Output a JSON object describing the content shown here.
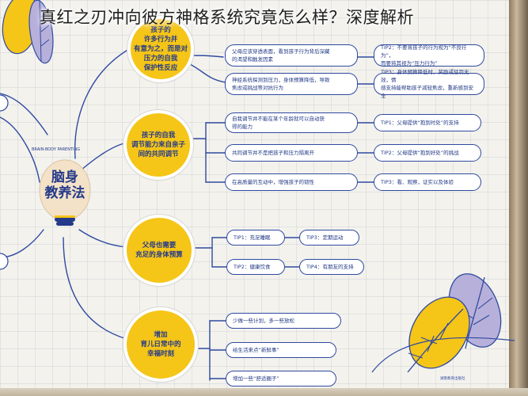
{
  "headline": "真红之刃冲向彼方神格系统究竟怎么样？深度解析",
  "poster": {
    "center": {
      "title": "脑身\n教养法",
      "arc_text": "BRAIN-BODY PARENTING"
    },
    "nodes": [
      {
        "label": "孩子的\n许多行为并\n有意为之，而是对\n压力的自我\n保护性反应"
      },
      {
        "label": "孩子的自我\n调节能力来自亲子\n间的共同调节"
      },
      {
        "label": "父母也需要\n充足的身体预算"
      },
      {
        "label": "增加\n育儿日常中的\n幸福时刻"
      }
    ],
    "boxes": [
      {
        "text": "父母应该穿透表面，看到孩子行为背后深藏\n的渴望和触发因素"
      },
      {
        "text": "TIP2：不要将孩子的行为视为“不良行为”，\n而要将其视为“压力行为”"
      },
      {
        "text": "神经系统探测到压力，身体预算降低，导致\n焦虑或挑战等对抗行为"
      },
      {
        "text": "TIP3：身体预算降低时，奖励或惩罚无效，情\n感支持能帮助孩子减轻焦虑，重新感到安全"
      },
      {
        "text": "自我调节并不能在某个年龄就可以自动获\n得的能力"
      },
      {
        "text": "TIP1：父母提供“抱到时处”的支持"
      },
      {
        "text": "共同调节并不是把孩子和压力隔离开"
      },
      {
        "text": "TIP2：父母提供“抱到好处”的挑战"
      },
      {
        "text": "在高质量的互动中，增强孩子的韧性"
      },
      {
        "text": "TIP3：看、观察，证实以及体验"
      },
      {
        "text": "TIP1：充足睡眠"
      },
      {
        "text": "TIP3：定期运动"
      },
      {
        "text": "TIP2：健康饮食"
      },
      {
        "text": "TIP4：有朋友的支持"
      },
      {
        "text": "少做一些计划，多一些放松"
      },
      {
        "text": "给生活来点“新鲜事”"
      },
      {
        "text": "增加一些“舒适圈子”"
      }
    ],
    "brand_text": "湖南教育出版社"
  },
  "colors": {
    "node_fill": "#f5c518",
    "ink_blue": "#243a8a",
    "leaf_purple": "#b7b0da",
    "leaf_yellow": "#f5c518",
    "paper": "#f3f2ed"
  }
}
